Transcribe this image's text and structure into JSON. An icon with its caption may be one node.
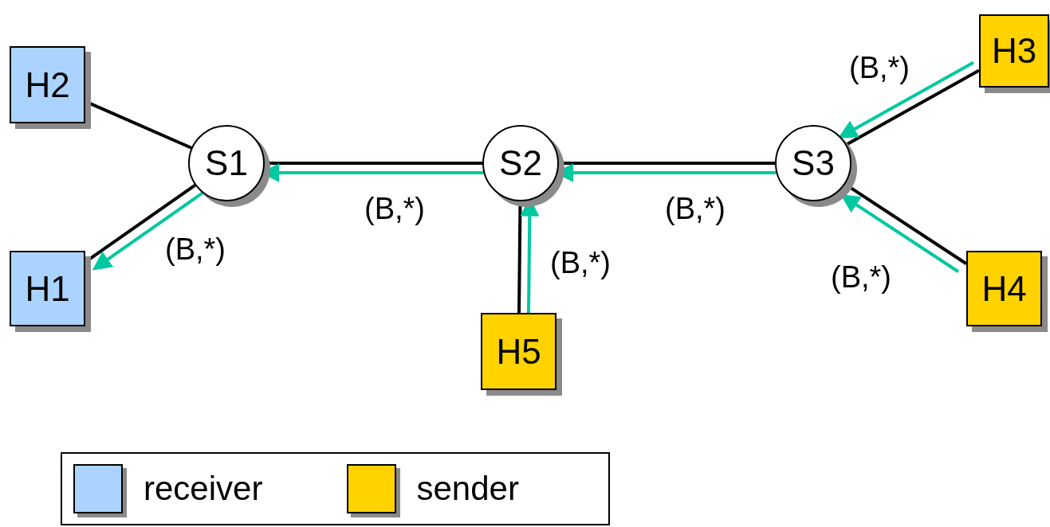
{
  "diagram": {
    "nodes": [
      {
        "text": [
          "H3"
        ]
      },
      {
        "text": [
          "H2"
        ]
      },
      {
        "text": [
          "S1"
        ]
      },
      {
        "text": [
          "S2"
        ]
      },
      {
        "text": [
          "S3"
        ]
      },
      {
        "text": [
          "H1"
        ]
      },
      {
        "text": [
          "H4"
        ]
      },
      {
        "text": [
          "H5"
        ]
      }
    ],
    "edges": [
      {
        "from": 1,
        "to": 2,
        "arrow": "none"
      },
      {
        "from": 5,
        "to": 2,
        "arrow": "none"
      },
      {
        "from": 2,
        "to": 3,
        "arrow": "none"
      },
      {
        "from": 3,
        "to": 4,
        "arrow": "none"
      },
      {
        "from": 3,
        "to": 7,
        "arrow": "none"
      },
      {
        "from": 4,
        "to": 0,
        "arrow": "none"
      },
      {
        "from": 4,
        "to": 6,
        "arrow": "none"
      },
      {
        "from": 2,
        "to": 5,
        "arrow": "to",
        "label": "(B,*)",
        "color": "#00c8a0"
      },
      {
        "from": 3,
        "to": 2,
        "arrow": "to",
        "label": "(B,*)",
        "color": "#00c8a0"
      },
      {
        "from": 4,
        "to": 3,
        "arrow": "to",
        "label": "(B,*)",
        "color": "#00c8a0"
      },
      {
        "from": 7,
        "to": 3,
        "arrow": "to",
        "label": "(B,*)",
        "color": "#00c8a0"
      },
      {
        "from": 0,
        "to": 4,
        "arrow": "to",
        "label": "(B,*)",
        "color": "#00c8a0"
      },
      {
        "from": 6,
        "to": 4,
        "arrow": "to",
        "label": "(B,*)",
        "color": "#00c8a0"
      }
    ],
    "legend": [
      {
        "text": "receiver",
        "color": "#aad4ff"
      },
      {
        "text": "sender",
        "color": "#ffd200"
      }
    ]
  }
}
